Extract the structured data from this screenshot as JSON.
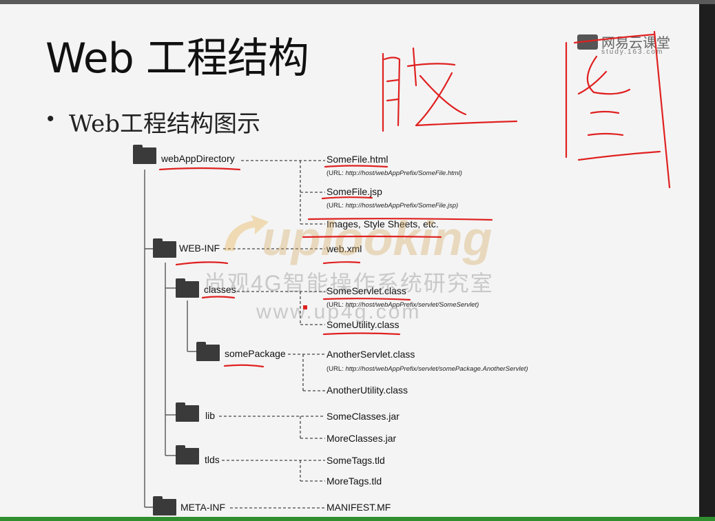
{
  "slide": {
    "title": "Web 工程结构",
    "bullet": "Web工程结构图示",
    "brand_logo_text": "网易云课堂",
    "brand_logo_url": "study.163.com"
  },
  "watermark": {
    "brand": "uplooking",
    "org": "尚观4G智能操作系统研究室",
    "site": "www.up4g.com"
  },
  "tree": {
    "root": "webAppDirectory",
    "web_inf": "WEB-INF",
    "classes": "classes",
    "some_package": "somePackage",
    "lib": "lib",
    "tlds": "tlds",
    "meta_inf": "META-INF"
  },
  "files": {
    "some_file_html": "SomeFile.html",
    "some_file_html_url_prefix": "(URL:",
    "some_file_html_url": "http://host/webAppPrefix/SomeFile.html)",
    "some_file_jsp": "SomeFile.jsp",
    "some_file_jsp_url_prefix": "(URL:",
    "some_file_jsp_url": "http://host/webAppPrefix/SomeFile.jsp)",
    "images": "Images, Style Sheets, etc.",
    "web_xml": "web.xml",
    "some_servlet": "SomeServlet.class",
    "some_servlet_url_prefix": "(URL:",
    "some_servlet_url": "http://host/webAppPrefix/servlet/SomeServlet)",
    "some_utility": "SomeUtility.class",
    "another_servlet": "AnotherServlet.class",
    "another_servlet_url_prefix": "(URL:",
    "another_servlet_url": "http://host/webAppPrefix/servlet/somePackage.AnotherServlet)",
    "another_utility": "AnotherUtility.class",
    "some_classes_jar": "SomeClasses.jar",
    "more_classes_jar": "MoreClasses.jar",
    "some_tags": "SomeTags.tld",
    "more_tags": "MoreTags.tld",
    "manifest": "MANIFEST.MF"
  },
  "annotation": {
    "handwriting": "脑图",
    "ink_color": "#e02020"
  }
}
